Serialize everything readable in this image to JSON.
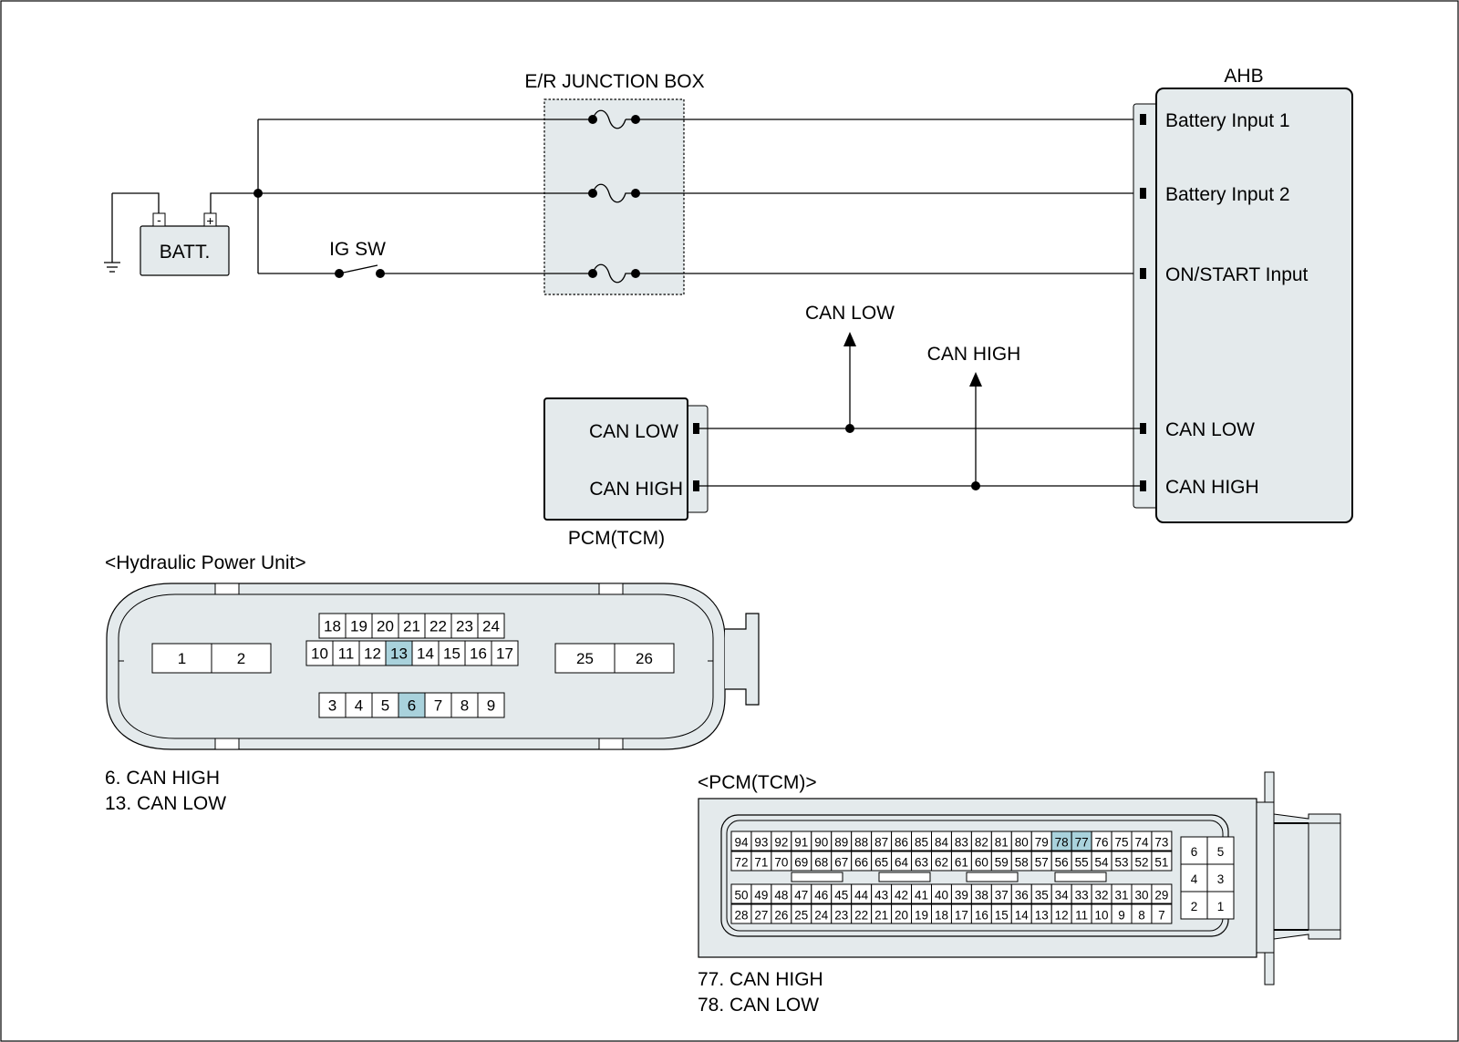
{
  "labels": {
    "junction_box": "E/R JUNCTION BOX",
    "ahb": "AHB",
    "battery": "BATT.",
    "battery_minus": "-",
    "battery_plus": "+",
    "ig_switch": "IG SW",
    "can_low_arrow": "CAN LOW",
    "can_high_arrow": "CAN HIGH",
    "pcm_can_low": "CAN LOW",
    "pcm_can_high": "CAN HIGH",
    "pcm_name": "PCM(TCM)"
  },
  "ahb_pins": [
    "Battery Input 1",
    "Battery Input 2",
    "ON/START Input",
    "CAN LOW",
    "CAN HIGH"
  ],
  "hpu": {
    "title": "<Hydraulic Power Unit>",
    "row_top": [
      "18",
      "19",
      "20",
      "21",
      "22",
      "23",
      "24"
    ],
    "row_mid": [
      "10",
      "11",
      "12",
      "13",
      "14",
      "15",
      "16",
      "17"
    ],
    "row_bot": [
      "3",
      "4",
      "5",
      "6",
      "7",
      "8",
      "9"
    ],
    "left_pins": [
      "1",
      "2"
    ],
    "right_pins": [
      "25",
      "26"
    ],
    "highlighted": [
      "6",
      "13"
    ],
    "notes": [
      "6. CAN HIGH",
      "13. CAN LOW"
    ]
  },
  "pcm_connector": {
    "title": "<PCM(TCM)>",
    "row1": [
      "94",
      "93",
      "92",
      "91",
      "90",
      "89",
      "88",
      "87",
      "86",
      "85",
      "84",
      "83",
      "82",
      "81",
      "80",
      "79",
      "78",
      "77",
      "76",
      "75",
      "74",
      "73"
    ],
    "row2": [
      "72",
      "71",
      "70",
      "69",
      "68",
      "67",
      "66",
      "65",
      "64",
      "63",
      "62",
      "61",
      "60",
      "59",
      "58",
      "57",
      "56",
      "55",
      "54",
      "53",
      "52",
      "51"
    ],
    "row3": [
      "50",
      "49",
      "48",
      "47",
      "46",
      "45",
      "44",
      "43",
      "42",
      "41",
      "40",
      "39",
      "38",
      "37",
      "36",
      "35",
      "34",
      "33",
      "32",
      "31",
      "30",
      "29"
    ],
    "row4": [
      "28",
      "27",
      "26",
      "25",
      "24",
      "23",
      "22",
      "21",
      "20",
      "19",
      "18",
      "17",
      "16",
      "15",
      "14",
      "13",
      "12",
      "11",
      "10",
      "9",
      "8",
      "7"
    ],
    "side_pins": [
      [
        "6",
        "5"
      ],
      [
        "4",
        "3"
      ],
      [
        "2",
        "1"
      ]
    ],
    "highlighted": [
      "77",
      "78"
    ],
    "notes": [
      "77. CAN HIGH",
      "78. CAN LOW"
    ]
  },
  "colors": {
    "highlight": "#a9d2dc",
    "component_fill": "#e4eaec",
    "line": "#000000"
  }
}
